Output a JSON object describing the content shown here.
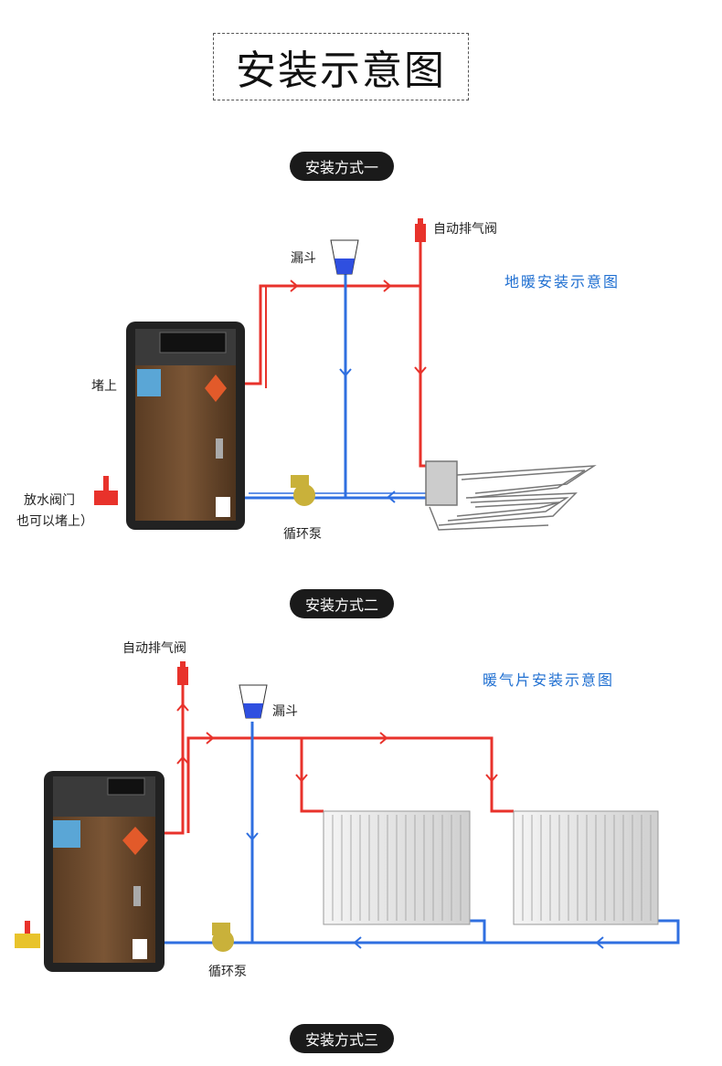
{
  "title": "安装示意图",
  "method1": {
    "badge": "安装方式一",
    "air_valve": "自动排气阀",
    "funnel": "漏斗",
    "caption": "地暖安装示意图",
    "plug": "堵上",
    "drain_valve_line1": "放水阀门",
    "drain_valve_line2": "也可以堵上）",
    "pump": "循环泵"
  },
  "method2": {
    "badge": "安装方式二",
    "air_valve": "自动排气阀",
    "funnel": "漏斗",
    "caption": "暖气片安装示意图",
    "pump": "循环泵"
  },
  "method3": {
    "badge": "安装方式三"
  },
  "colors": {
    "supply_pipe": "#e8322b",
    "return_pipe": "#2f6fe0",
    "boiler_body": "#6b4a2e",
    "pump": "#c9b13a",
    "caption_blue": "#1f6fd1"
  }
}
